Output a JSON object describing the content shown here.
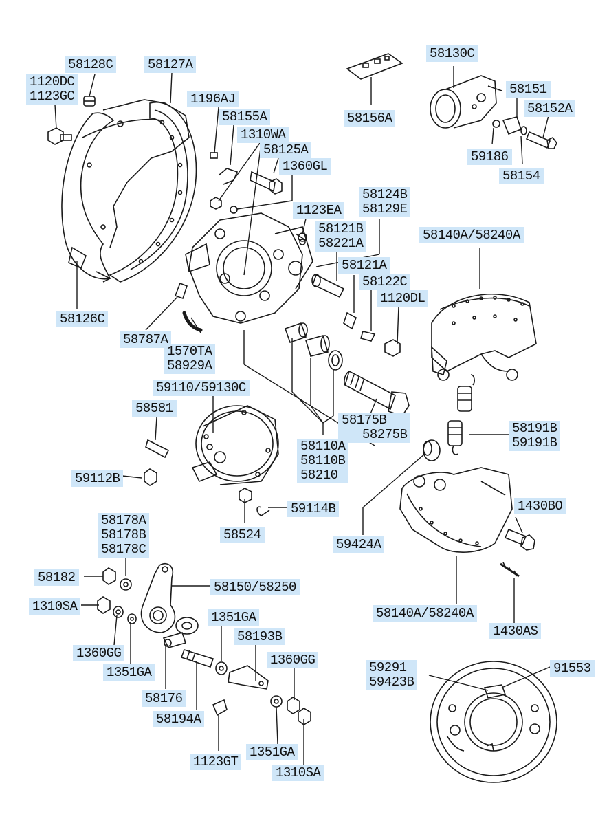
{
  "colors": {
    "label_bg": "#cfe6f8",
    "line": "#1a1a1a"
  },
  "labels": {
    "l58128C": "58128C",
    "l58127A": "58127A",
    "l1120DC": "1120DC",
    "l1123GC": "1123GC",
    "l1196AJ": "1196AJ",
    "l58155A": "58155A",
    "l1310WA": "1310WA",
    "l58125A": "58125A",
    "l1360GL": "1360GL",
    "l1123EA": "1123EA",
    "l58124B": "58124B",
    "l58129E": "58129E",
    "l58121B": "58121B",
    "l58221A": "58221A",
    "l58121A": "58121A",
    "l58122C": "58122C",
    "l1120DL": "1120DL",
    "l58156A": "58156A",
    "l58130C": "58130C",
    "l58151": "58151",
    "l58152A": "58152A",
    "l59186": "59186",
    "l58154": "58154",
    "l58140A_top": "58140A/58240A",
    "l58126C": "58126C",
    "l58787A": "58787A",
    "l1570TA": "1570TA",
    "l58929A": "58929A",
    "l59110": "59110/59130C",
    "l58581": "58581",
    "l59112B": "59112B",
    "l58524": "58524",
    "l59114B": "59114B",
    "l58175B": "58175B",
    "l58275B": "58275B",
    "l58110A": "58110A",
    "l58110B": "58110B",
    "l58210": "58210",
    "l58191B": "58191B",
    "l59191B": "59191B",
    "l1430BO": "1430BO",
    "l59424A": "59424A",
    "l58140A_bot": "58140A/58240A",
    "l1430AS": "1430AS",
    "l58178A": "58178A",
    "l58178B": "58178B",
    "l58178C": "58178C",
    "l58182": "58182",
    "l58150": "58150/58250",
    "l1310SA_left": "1310SA",
    "l1351GA_top": "1351GA",
    "l58193B": "58193B",
    "l1360GG_left": "1360GG",
    "l1360GG_right": "1360GG",
    "l1351GA_left": "1351GA",
    "l58176": "58176",
    "l58194A": "58194A",
    "l1123GT": "1123GT",
    "l1351GA_bot": "1351GA",
    "l1310SA_bot": "1310SA",
    "l59291": "59291",
    "l59423B": "59423B",
    "l91553": "91553"
  }
}
